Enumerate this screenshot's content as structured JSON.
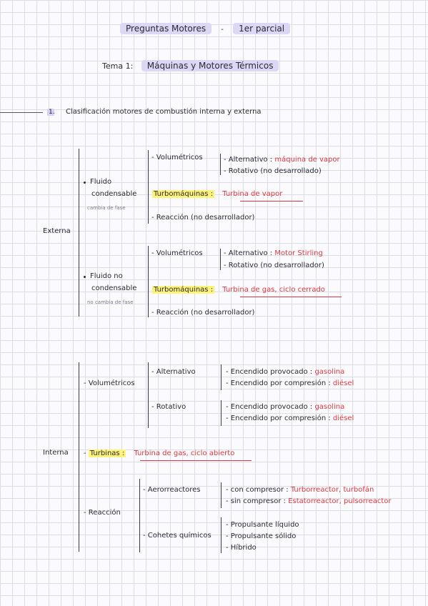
{
  "header": {
    "title_left": "Preguntas Motores",
    "title_dash": "-",
    "title_right": "1er parcial",
    "topic_label": "Tema 1:",
    "topic_title": "Máquinas y Motores Térmicos"
  },
  "section": {
    "number": "1.",
    "heading": "Clasificación motores de combustión interna y externa"
  },
  "externa": {
    "label": "Externa",
    "condensable": {
      "label_line1": "Fluido",
      "label_line2": "condensable",
      "note": "cambia de fase",
      "volumetricos": "- Volumétricos",
      "alternativo": "- Alternativo :",
      "alternativo_value": "máquina de vapor",
      "rotativo": "- Rotativo (no desarrollado)",
      "turbomaquinas": "Turbomáquinas :",
      "turbomaquinas_value": "Turbina de vapor",
      "reaccion": "- Reacción (no desarrollador)"
    },
    "no_condensable": {
      "label_line1": "Fluido no",
      "label_line2": "condensable",
      "note": "no cambia de fase",
      "volumetricos": "- Volumétricos",
      "alternativo": "- Alternativo :",
      "alternativo_value": "Motor Stirling",
      "rotativo": "- Rotativo (no desarrollador)",
      "turbomaquinas": "Turbomáquinas :",
      "turbomaquinas_value": "Turbina de gas, ciclo cerrado",
      "reaccion": "- Reacción (no desarrollador)"
    }
  },
  "interna": {
    "label": "Interna",
    "volumetricos": "- Volumétricos",
    "alternativo": "- Alternativo",
    "alt_line1": "- Encendido provocado :",
    "alt_line1_value": "gasolina",
    "alt_line2": "- Encendido por compresión :",
    "alt_line2_value": "diésel",
    "rotativo": "- Rotativo",
    "rot_line1": "- Encendido provocado :",
    "rot_line1_value": "gasolina",
    "rot_line2": "- Encendido por compresión :",
    "rot_line2_value": "diésel",
    "turbinas": "Turbinas :",
    "turbinas_value": "Turbina de gas, ciclo abierto",
    "reaccion": "- Reacción",
    "aerorreactores": "- Aerorreactores",
    "con_compresor": "- con compresor :",
    "con_compresor_value": "Turborreactor, turbofán",
    "sin_compresor": "- sin compresor :",
    "sin_compresor_value": "Estatorreactor, pulsorreactor",
    "cohetes": "- Cohetes químicos",
    "prop_liquido": "- Propulsante líquido",
    "prop_solido": "- Propulsante sólido",
    "hibrido": "- Híbrido"
  }
}
